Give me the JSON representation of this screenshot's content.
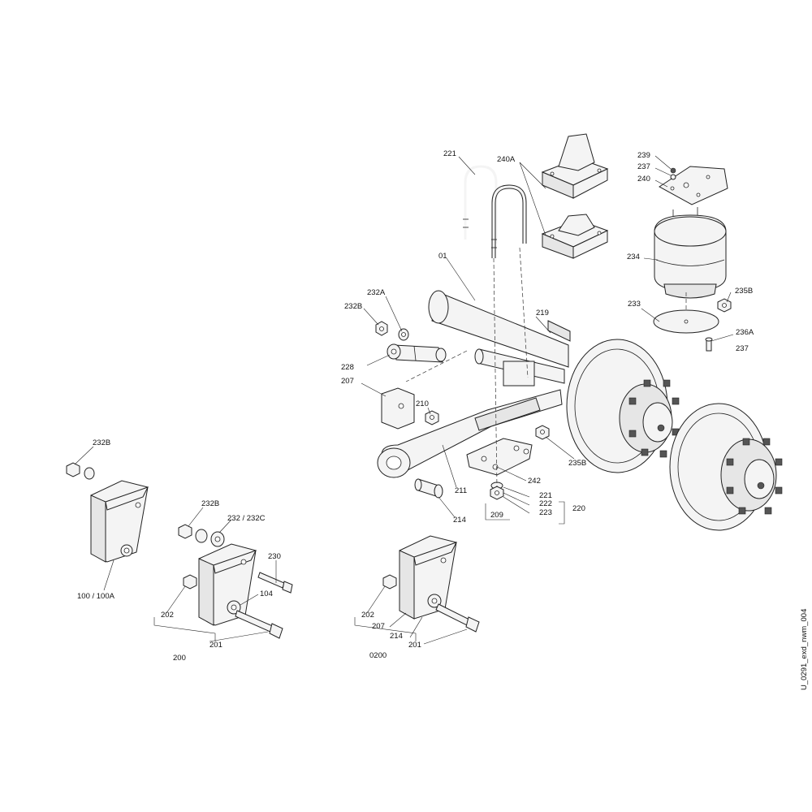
{
  "diagram": {
    "drawing_id": "U_0291_exd_nwm_004",
    "labels": {
      "p221_top": "221",
      "p240A": "240A",
      "p239": "239",
      "p237_top": "237",
      "p240": "240",
      "p01": "01",
      "p234": "234",
      "p232A": "232A",
      "p232B_top": "232B",
      "p219": "219",
      "p233": "233",
      "p235B_right": "235B",
      "p236A": "236A",
      "p237_right": "237",
      "p228": "228",
      "p207_top": "207",
      "p210": "210",
      "p235B_mid": "235B",
      "p242": "242",
      "p211": "211",
      "p214_mid": "214",
      "p209": "209",
      "p221_mid": "221",
      "p222": "222",
      "p223": "223",
      "p220": "220",
      "p232B_left": "232B",
      "p100": "100 / 100A",
      "p232B_mid": "232B",
      "p232C": "232 / 232C",
      "p230": "230",
      "p104": "104",
      "p202_mid": "202",
      "p201_mid": "201",
      "p200": "200",
      "p202_right": "202",
      "p207_low": "207",
      "p214_low": "214",
      "p201_right": "201",
      "p0200": "0200"
    }
  }
}
